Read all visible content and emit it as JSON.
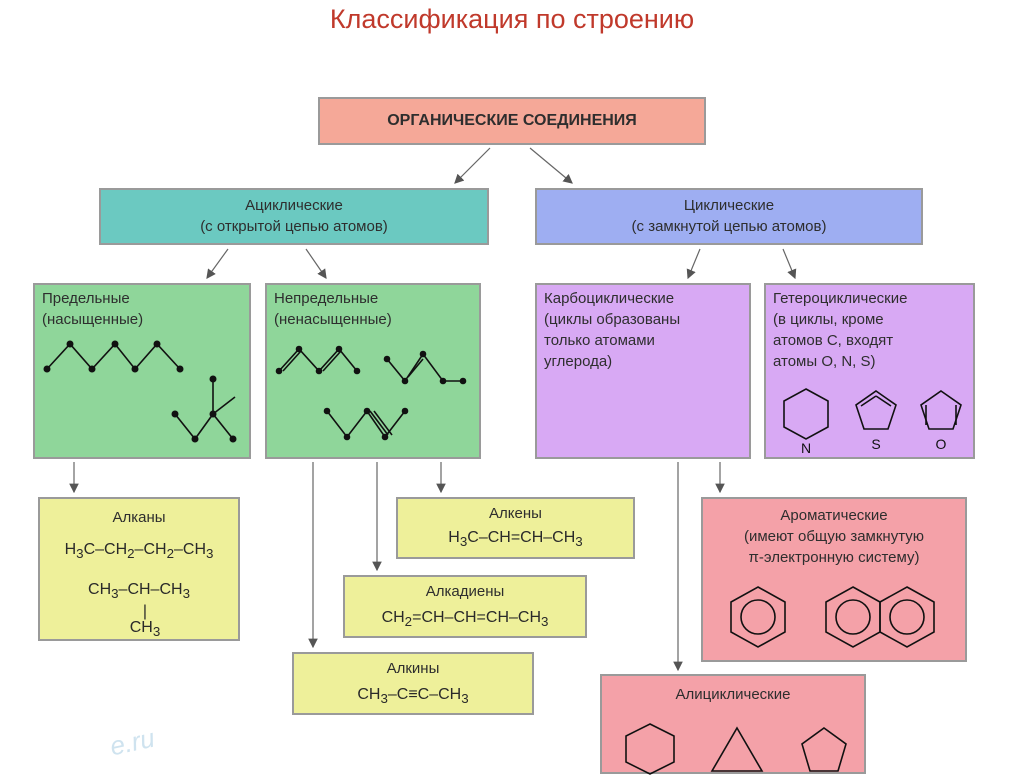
{
  "title": "Классификация по строению",
  "root": "ОРГАНИЧЕСКИЕ СОЕДИНЕНИЯ",
  "acyclic": {
    "line1": "Ациклические",
    "line2": "(с открытой цепью атомов)"
  },
  "cyclic": {
    "line1": "Циклические",
    "line2": "(с замкнутой цепью атомов)"
  },
  "saturated": {
    "line1": "Предельные",
    "line2": "(насыщенные)"
  },
  "unsaturated": {
    "line1": "Непредельные",
    "line2": "(ненасыщенные)"
  },
  "carbocyclic": {
    "line1": "Карбоциклические",
    "line2": "(циклы образованы",
    "line3": "только атомами",
    "line4": "углерода)"
  },
  "heterocyclic": {
    "line1": "Гетероциклические",
    "line2": "(в циклы, кроме",
    "line3": "атомов С, входят",
    "line4": "атомы  O, N, S)",
    "atoms": [
      "N",
      "S",
      "O"
    ]
  },
  "alkanes": {
    "name": "Алканы"
  },
  "alkenes": {
    "name": "Алкены"
  },
  "alkadienes": {
    "name": "Алкадиены"
  },
  "alkynes": {
    "name": "Алкины"
  },
  "aromatic": {
    "line1": "Ароматические",
    "line2": "(имеют общую замкнутую",
    "line3": "π-электронную систему)"
  },
  "alicyclic": {
    "name": "Алициклические"
  },
  "watermark": "e.ru",
  "colors": {
    "title": "#c0392b",
    "root": "#f5a898",
    "acyclic": "#6bc9c1",
    "cyclic": "#9eaef2",
    "green": "#8fd69a",
    "violet": "#d8a9f4",
    "yellow": "#eef09a",
    "pink": "#f4a1a8"
  }
}
